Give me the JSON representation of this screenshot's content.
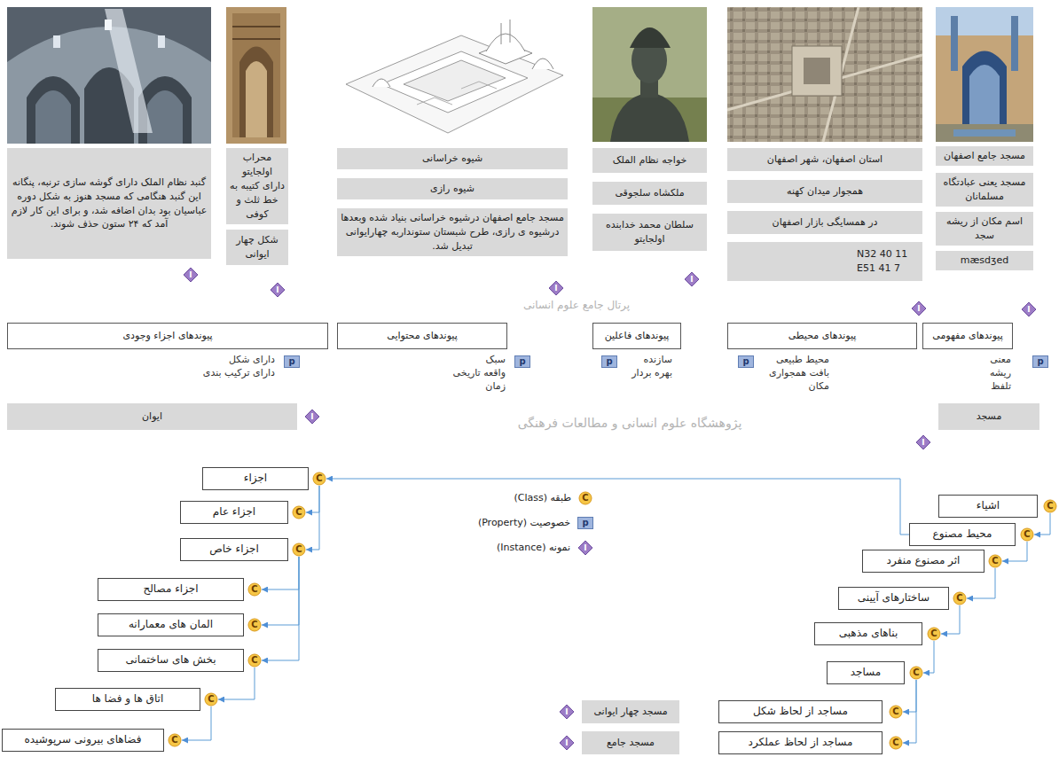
{
  "diagram": {
    "nodes": [
      {
        "text": [
          "مسجد جامع اصفهان"
        ]
      },
      {
        "text": [
          "مسجد یعنی عبادتگاه مسلمانان"
        ]
      },
      {
        "text": [
          "اسم مکان از ریشه سجد"
        ]
      },
      {
        "text": [
          "mæsdʒed"
        ]
      },
      {
        "text": [
          "I"
        ]
      },
      {
        "text": [
          "استان اصفهان، شهر اصفهان"
        ]
      },
      {
        "text": [
          "همجوار میدان کهنه"
        ]
      },
      {
        "text": [
          "در همسایگی بازار اصفهان"
        ]
      },
      {
        "text": [
          "N32 40 11 E51 41 7"
        ]
      },
      {
        "text": [
          "I"
        ]
      },
      {
        "text": [
          "خواجه نظام الملک"
        ]
      },
      {
        "text": [
          "ملکشاه سلجوقی"
        ]
      },
      {
        "text": [
          "سلطان محمد خدابنده اولجایتو"
        ]
      },
      {
        "text": [
          "I"
        ]
      },
      {
        "text": [
          "شیوه خراسانی"
        ]
      },
      {
        "text": [
          "شیوه رازی"
        ]
      },
      {
        "text": [
          "مسجد جامع اصفهان درشیوه خراسانی بنیاد شده وبعدها درشیوه ی رازی، طرح شبستان ستونداربه چهارایوانی تبدیل شد."
        ]
      },
      {
        "text": [
          "I"
        ]
      },
      {
        "text": [
          "محراب اولجایتو دارای کتیبه به خط ثلث و کوفی"
        ]
      },
      {
        "text": [
          "شکل چهار ایوانی"
        ]
      },
      {
        "text": [
          "I"
        ]
      },
      {
        "text": [
          "گنبد نظام الملک دارای گوشه سازی ترنبه، پنگانه این گنبد هنگامی که مسجد هنوز به شکل دوره عباسیان بود بدان اضافه شد، و برای این کار لازم آمد که ۲۴ ستون حذف شوند."
        ]
      },
      {
        "text": [
          "I"
        ]
      },
      {
        "text": [
          "پیوندهای مفهومی"
        ]
      },
      {
        "text": [
          "p"
        ]
      },
      {
        "text": [
          "پیوندهای محیطی"
        ]
      },
      {
        "text": [
          "p"
        ]
      },
      {
        "text": [
          "پیوندهای فاعلین"
        ]
      },
      {
        "text": [
          "p"
        ]
      },
      {
        "text": [
          "پیوندهای محتوایی"
        ]
      },
      {
        "text": [
          "p"
        ]
      },
      {
        "text": [
          "پیوندهای اجزاء وجودی"
        ]
      },
      {
        "text": [
          "p"
        ]
      },
      {
        "text": [
          "مسجد"
        ]
      },
      {
        "text": [
          "I"
        ]
      },
      {
        "text": [
          "ایوان"
        ]
      },
      {
        "text": [
          "I"
        ]
      },
      {
        "text": [
          "اشیاء"
        ]
      },
      {
        "text": [
          "C"
        ]
      },
      {
        "text": [
          "محیط مصنوع"
        ]
      },
      {
        "text": [
          "C"
        ]
      },
      {
        "text": [
          "اثر مصنوع منفرد"
        ]
      },
      {
        "text": [
          "C"
        ]
      },
      {
        "text": [
          "ساختارهای آیینی"
        ]
      },
      {
        "text": [
          "C"
        ]
      },
      {
        "text": [
          "بناهای مذهبی"
        ]
      },
      {
        "text": [
          "C"
        ]
      },
      {
        "text": [
          "مساجد"
        ]
      },
      {
        "text": [
          "C"
        ]
      },
      {
        "text": [
          "مساجد از لحاظ شکل"
        ]
      },
      {
        "text": [
          "C"
        ]
      },
      {
        "text": [
          "مساجد از لحاظ عملکرد"
        ]
      },
      {
        "text": [
          "C"
        ]
      },
      {
        "text": [
          "مسجد چهار ایوانی"
        ]
      },
      {
        "text": [
          "I"
        ]
      },
      {
        "text": [
          "مسجد جامع"
        ]
      },
      {
        "text": [
          "I"
        ]
      },
      {
        "text": [
          "اجزاء"
        ]
      },
      {
        "text": [
          "C"
        ]
      },
      {
        "text": [
          "اجزاء عام"
        ]
      },
      {
        "text": [
          "C"
        ]
      },
      {
        "text": [
          "اجزاء خاص"
        ]
      },
      {
        "text": [
          "C"
        ]
      },
      {
        "text": [
          "اجزاء مصالح"
        ]
      },
      {
        "text": [
          "C"
        ]
      },
      {
        "text": [
          "المان های معمارانه"
        ]
      },
      {
        "text": [
          "C"
        ]
      },
      {
        "text": [
          "بخش های ساختمانی"
        ]
      },
      {
        "text": [
          "C"
        ]
      },
      {
        "text": [
          "اتاق ها و فضا ها"
        ]
      },
      {
        "text": [
          "C"
        ]
      },
      {
        "text": [
          "فضاهای بیرونی سرپوشیده"
        ]
      },
      {
        "text": [
          "C"
        ]
      }
    ],
    "edges": [
      {
        "from": 38,
        "to": 40,
        "arrow": "to"
      },
      {
        "from": 40,
        "to": 42,
        "arrow": "to"
      },
      {
        "from": 42,
        "to": 44,
        "arrow": "to"
      },
      {
        "from": 44,
        "to": 46,
        "arrow": "to"
      },
      {
        "from": 46,
        "to": 48,
        "arrow": "to"
      },
      {
        "from": 48,
        "to": 50,
        "arrow": "to"
      },
      {
        "from": 48,
        "to": 52,
        "arrow": "to"
      },
      {
        "from": 39,
        "to": 58,
        "arrow": "to"
      },
      {
        "from": 58,
        "to": 60,
        "arrow": "to"
      },
      {
        "from": 58,
        "to": 62,
        "arrow": "to"
      },
      {
        "from": 62,
        "to": 64,
        "arrow": "to"
      },
      {
        "from": 62,
        "to": 66,
        "arrow": "to"
      },
      {
        "from": 62,
        "to": 68,
        "arrow": "to"
      },
      {
        "from": 68,
        "to": 70,
        "arrow": "to"
      },
      {
        "from": 70,
        "to": 72,
        "arrow": "to"
      }
    ],
    "labels": [
      "معنی",
      "ریشه",
      "تلفظ",
      "محیط طبیعی",
      "بافت همجواری",
      "مکان",
      "سازنده",
      "بهره بردار",
      "سبک",
      "واقعه تاریخی",
      "زمان",
      "دارای شکل",
      "دارای ترکیب بندی",
      "C",
      "p",
      "I",
      "پژوهشگاه علوم انسانی و مطالعات فرهنگی",
      "پرتال جامع علوم انسانی"
    ],
    "legend": [
      {
        "text": "طبقه (Class)"
      },
      {
        "text": "خصوصیت (Property)"
      },
      {
        "text": "نمونه (Instance)"
      }
    ]
  }
}
